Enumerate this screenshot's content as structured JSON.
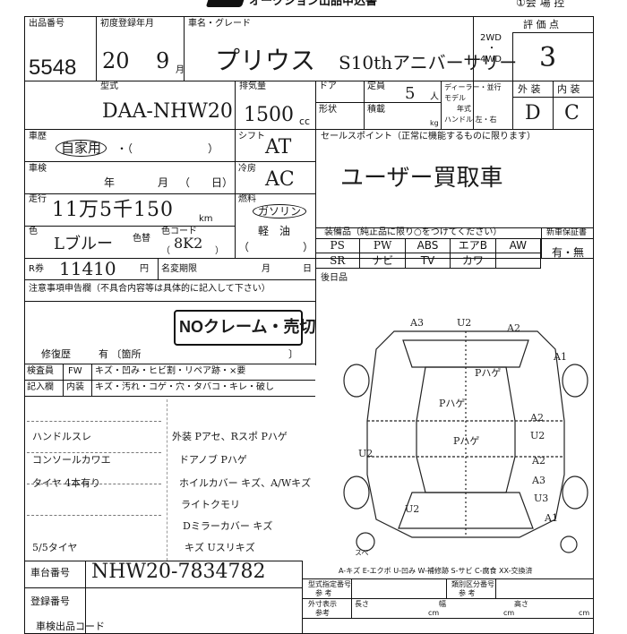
{
  "header": {
    "title": "オークション出品申込書",
    "venue": "①会 場 控"
  },
  "lot": {
    "label": "出品番号",
    "value": "5548"
  },
  "first_reg": {
    "label": "初度登録年月",
    "year": "20",
    "month": "9",
    "month_unit": "月"
  },
  "car_name": {
    "label": "車名・グレード",
    "value": "プリウス",
    "grade": "S10thアニバーサリー"
  },
  "drive": {
    "opt1": "2WD",
    "dot": "・",
    "opt2": "4WD"
  },
  "score": {
    "label": "評 価 点",
    "value": "3"
  },
  "model": {
    "label": "型式",
    "value": "DAA-NHW20"
  },
  "displacement": {
    "label": "排気量",
    "value": "1500",
    "unit": "cc"
  },
  "door": {
    "label": "ドア"
  },
  "capacity": {
    "label": "定員",
    "value": "5",
    "unit": "人"
  },
  "shape": {
    "label": "形状"
  },
  "load": {
    "label": "積載",
    "unit": "kg"
  },
  "dealer": {
    "label": "ディーラー・並行"
  },
  "model_year": {
    "label1": "モデル",
    "label2": "年式"
  },
  "handle": {
    "label": "ハンドル 左・右"
  },
  "exterior": {
    "label": "外 装",
    "value": "D"
  },
  "interior": {
    "label": "内 装",
    "value": "C"
  },
  "history": {
    "label": "車歴",
    "value": "自家用",
    "rest": "・（　　　　　　　）"
  },
  "shaken": {
    "label": "車検",
    "year": "年",
    "month": "月",
    "day": "（　　日）"
  },
  "shift": {
    "label": "シフト",
    "value": "AT"
  },
  "aircon": {
    "label": "冷房",
    "value": "AC"
  },
  "fuel": {
    "label": "燃料",
    "value": "ガソリン",
    "alt": "軽　油",
    "paren": "（　　　　　）"
  },
  "mileage": {
    "label": "走行",
    "value": "11万5千150",
    "unit": "km"
  },
  "color": {
    "label": "色",
    "value": "Lブルー",
    "label2": "色替",
    "code_label": "色コード",
    "code": "8K2",
    "paren": "（　　　　　）"
  },
  "recycle": {
    "label": "R券",
    "value": "11410",
    "unit": "円"
  },
  "name_change": {
    "label": "名変期限",
    "month": "月",
    "day": "日"
  },
  "selling_points": {
    "label": "セールスポイント（正常に機能するものに限ります）",
    "value": "ユーザー買取車"
  },
  "equipment": {
    "label": "装備品（純正品に限り○をつけてください）",
    "row1": [
      "PS",
      "PW",
      "ABS",
      "エアB",
      "AW"
    ],
    "row2": [
      "SR",
      "ナビ",
      "TV",
      "カワ",
      ""
    ]
  },
  "warranty": {
    "label": "新車保証書",
    "value": "有・無"
  },
  "later": {
    "label": "後日品"
  },
  "notes": {
    "label": "注意事項申告欄（不具合内容等は具体的に記入して下さい）",
    "stamp": "NOクレーム・売切"
  },
  "repair": {
    "label": "修復歴",
    "value": "有 〔箇所",
    "close": "〕"
  },
  "inspector": {
    "label": "検査員",
    "fw": "FW",
    "options": "キズ・凹み・ヒビ割・リペア跡・×要"
  },
  "entry": {
    "label": "記入欄",
    "inner": "内装",
    "options": "キズ・汚れ・コゲ・穴・タバコ・キレ・破し"
  },
  "remarks_left": [
    "ハンドルスレ",
    "コンソールカワエ",
    "タイヤ 4本有り",
    "5/5タイヤ"
  ],
  "remarks_right": [
    "外装 Pアセ、Rスポ Pハゲ",
    "ドアノブ Pハゲ",
    "ホイルカバー キズ、A/Wキズ",
    "ライトクモリ",
    "Dミラーカバー キズ",
    "キズ Uスリキズ"
  ],
  "diagram_marks": [
    "A3",
    "U2",
    "A2",
    "A1",
    "Pハゲ",
    "Pハゲ",
    "Pハゲ",
    "A2",
    "U2",
    "A2",
    "A3",
    "U3",
    "U2",
    "U2",
    "A1",
    "スペ"
  ],
  "legend": "A-キズ E-エクボ U-凹み W-補修跡 S-サビ C-腐食 XX-交換済",
  "chassis": {
    "label": "車台番号",
    "value": "NHW20-7834782"
  },
  "registration": {
    "label": "登録番号"
  },
  "type_designation": {
    "label": "型式指定番号",
    "ref": "参 考"
  },
  "category": {
    "label": "類別区分番号",
    "ref": "参 考"
  },
  "dims": {
    "label1": "外寸表示",
    "label2": "参考",
    "l": "長さ",
    "w": "幅",
    "h": "高さ",
    "unit": "cm"
  },
  "footer_cut": "車検出品コード"
}
